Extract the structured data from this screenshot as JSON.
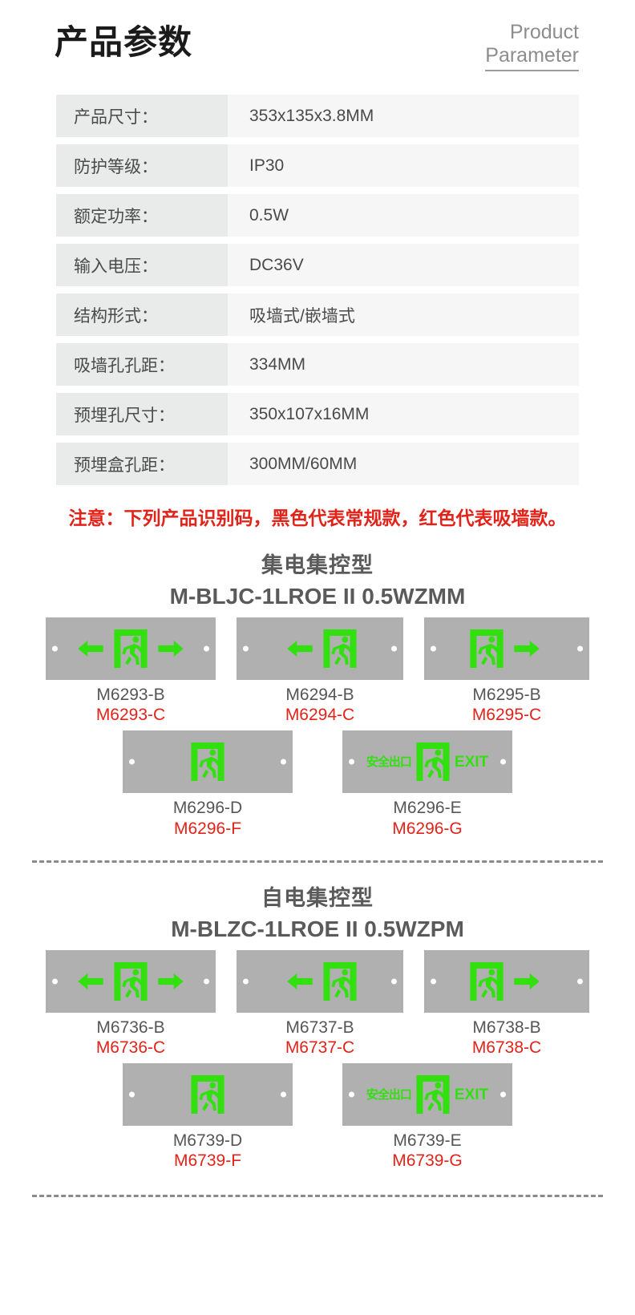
{
  "header": {
    "title_cn": "产品参数",
    "title_en_line1": "Product",
    "title_en_line2": "Parameter"
  },
  "spec_table": {
    "rows": [
      {
        "label": "产品尺寸：",
        "value": "353x135x3.8MM"
      },
      {
        "label": "防护等级：",
        "value": "IP30"
      },
      {
        "label": "额定功率：",
        "value": "0.5W"
      },
      {
        "label": "输入电压：",
        "value": "DC36V"
      },
      {
        "label": "结构形式：",
        "value": "吸墙式/嵌墙式"
      },
      {
        "label": "吸墙孔孔距：",
        "value": "334MM"
      },
      {
        "label": "预埋孔尺寸：",
        "value": "350x107x16MM"
      },
      {
        "label": "预埋盒孔距：",
        "value": "300MM/60MM"
      }
    ]
  },
  "notice": "注意：下列产品识别码，黑色代表常规款，红色代表吸墙款。",
  "colors": {
    "notice_red": "#e2231a",
    "code_red": "#e2231a",
    "code_black": "#565656",
    "sign_panel_gray": "#b0b0b0",
    "sign_green": "#32e00f",
    "label_cell": "#e9eaea",
    "value_cell": "#f6f6f6"
  },
  "sections": [
    {
      "title": "集电集控型",
      "model": "M-BLJC-1LROE II 0.5WZMM",
      "row1": [
        {
          "code_black": "M6293-B",
          "code_red": "M6293-C",
          "type": "left-picto-right"
        },
        {
          "code_black": "M6294-B",
          "code_red": "M6294-C",
          "type": "left-picto"
        },
        {
          "code_black": "M6295-B",
          "code_red": "M6295-C",
          "type": "picto-right"
        }
      ],
      "row2": [
        {
          "code_black": "M6296-D",
          "code_red": "M6296-F",
          "type": "picto-only"
        },
        {
          "code_black": "M6296-E",
          "code_red": "M6296-G",
          "type": "exit-text",
          "text_cn": "安全出口",
          "text_en": "EXIT"
        }
      ]
    },
    {
      "title": "自电集控型",
      "model": "M-BLZC-1LROE II 0.5WZPM",
      "row1": [
        {
          "code_black": "M6736-B",
          "code_red": "M6736-C",
          "type": "left-picto-right"
        },
        {
          "code_black": "M6737-B",
          "code_red": "M6737-C",
          "type": "left-picto"
        },
        {
          "code_black": "M6738-B",
          "code_red": "M6738-C",
          "type": "picto-right"
        }
      ],
      "row2": [
        {
          "code_black": "M6739-D",
          "code_red": "M6739-F",
          "type": "picto-only"
        },
        {
          "code_black": "M6739-E",
          "code_red": "M6739-G",
          "type": "exit-text",
          "text_cn": "安全出口",
          "text_en": "EXIT"
        }
      ]
    }
  ]
}
